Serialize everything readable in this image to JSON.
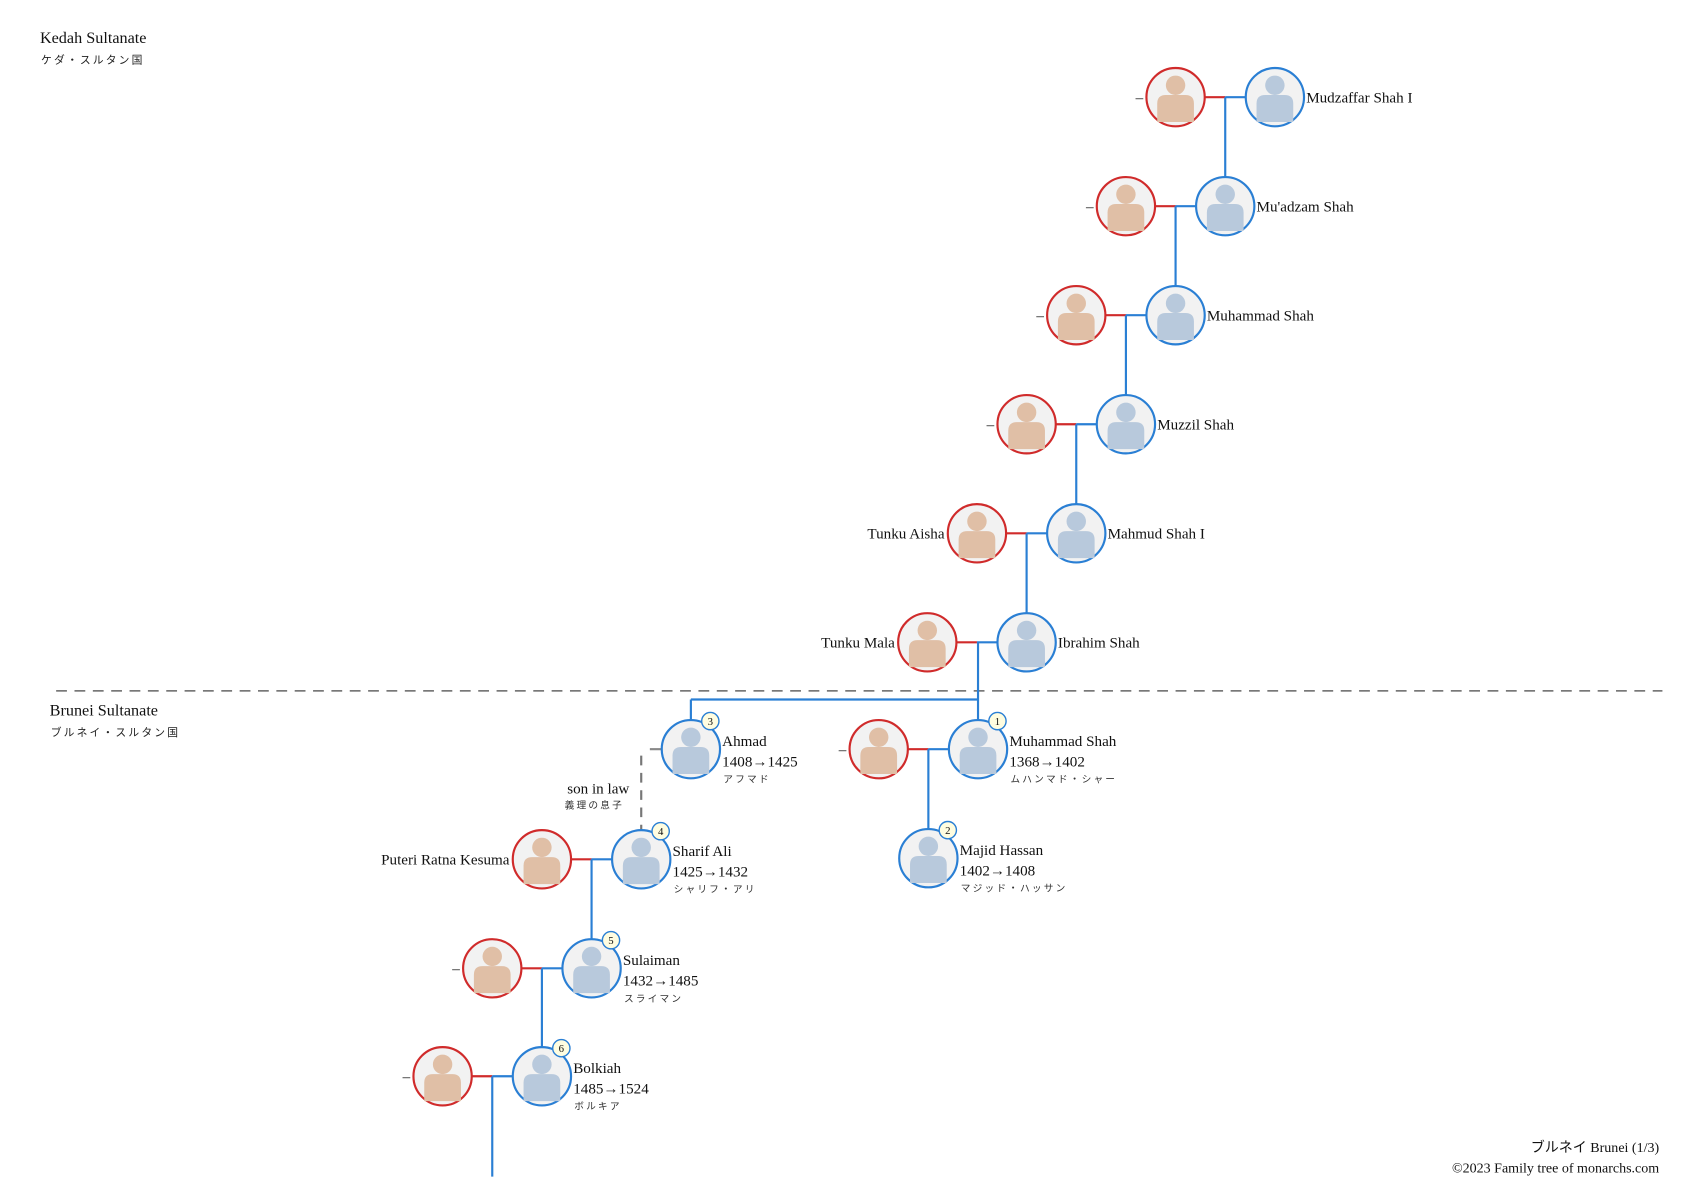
{
  "sections": {
    "kedah": {
      "title": "Kedah Sultanate",
      "subtitle": "ケダ・スルタン国"
    },
    "brunei": {
      "title": "Brunei Sultanate",
      "subtitle": "ブルネイ・スルタン国"
    }
  },
  "colors": {
    "male": "#2a7fd4",
    "female": "#d02b2b",
    "male_fill": "#b8c9dc",
    "female_fill": "#e0bfa6",
    "badge_fill": "#fffde0"
  },
  "kedah_couples": [
    {
      "husband": "Mudzaffar Shah I",
      "wife": "–"
    },
    {
      "husband": "Mu'adzam Shah",
      "wife": "–"
    },
    {
      "husband": "Muhammad Shah",
      "wife": "–"
    },
    {
      "husband": "Muzzil Shah",
      "wife": "–"
    },
    {
      "husband": "Mahmud Shah I",
      "wife": "Tunku Aisha"
    },
    {
      "husband": "Ibrahim Shah",
      "wife": "Tunku Mala"
    }
  ],
  "brunei_rulers": [
    {
      "number": "1",
      "name": "Muhammad Shah",
      "reign": "1368→1402",
      "japanese": "ムハンマド・シャー",
      "wife": "–"
    },
    {
      "number": "2",
      "name": "Majid Hassan",
      "reign": "1402→1408",
      "japanese": "マジッド・ハッサン"
    },
    {
      "number": "3",
      "name": "Ahmad",
      "reign": "1408→1425",
      "japanese": "アフマド"
    },
    {
      "number": "4",
      "name": "Sharif Ali",
      "reign": "1425→1432",
      "japanese": "シャリフ・アリ",
      "wife": "Puteri Ratna Kesuma"
    },
    {
      "number": "5",
      "name": "Sulaiman",
      "reign": "1432→1485",
      "japanese": "スライマン",
      "wife": "–"
    },
    {
      "number": "6",
      "name": "Bolkiah",
      "reign": "1485→1524",
      "japanese": "ボルキア",
      "wife": "–"
    }
  ],
  "relation": {
    "label": "son in law",
    "japanese": "義理の息子"
  },
  "footer": {
    "page": "ブルネイ Brunei (1/3)",
    "copyright": "©2023 Family tree of monarchs.com"
  }
}
